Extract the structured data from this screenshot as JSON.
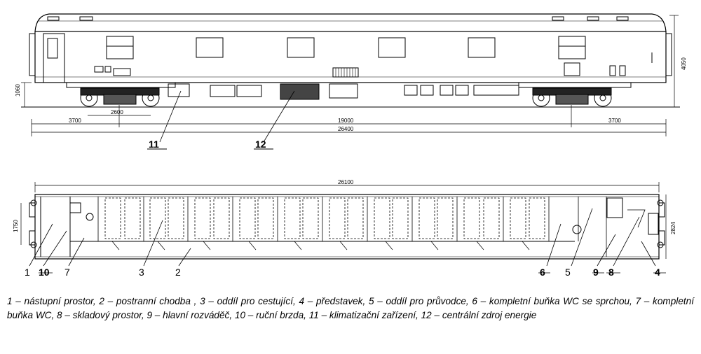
{
  "dimensions": {
    "side_height_1060": "1060",
    "side_height_4050": "4050",
    "bogie_wheelbase": "2600",
    "overhang_left": "3700",
    "bogie_centres": "19000",
    "overhang_right": "3700",
    "overall_length_side": "26400",
    "overall_length_plan": "26100",
    "plan_width_1750": "1750",
    "plan_width_2824": "2824"
  },
  "callouts": {
    "c11": "11",
    "c12": "12",
    "c1": "1",
    "c10": "10",
    "c7": "7",
    "c3": "3",
    "c2": "2",
    "c6": "6",
    "c5": "5",
    "c9": "9",
    "c8": "8",
    "c4": "4"
  },
  "legend": {
    "text": "1 – nástupní prostor, 2 – postranní chodba , 3 – oddíl pro cestující, 4 – představek, 5 – oddíl pro průvodce, 6 – kompletní buňka WC se sprchou, 7 – kompletní buňka WC, 8 – skladový prostor, 9 – hlavní rozváděč, 10 – ruční brzda, 11 – klimatizační zařízení, 12 – centrální zdroj energie"
  }
}
